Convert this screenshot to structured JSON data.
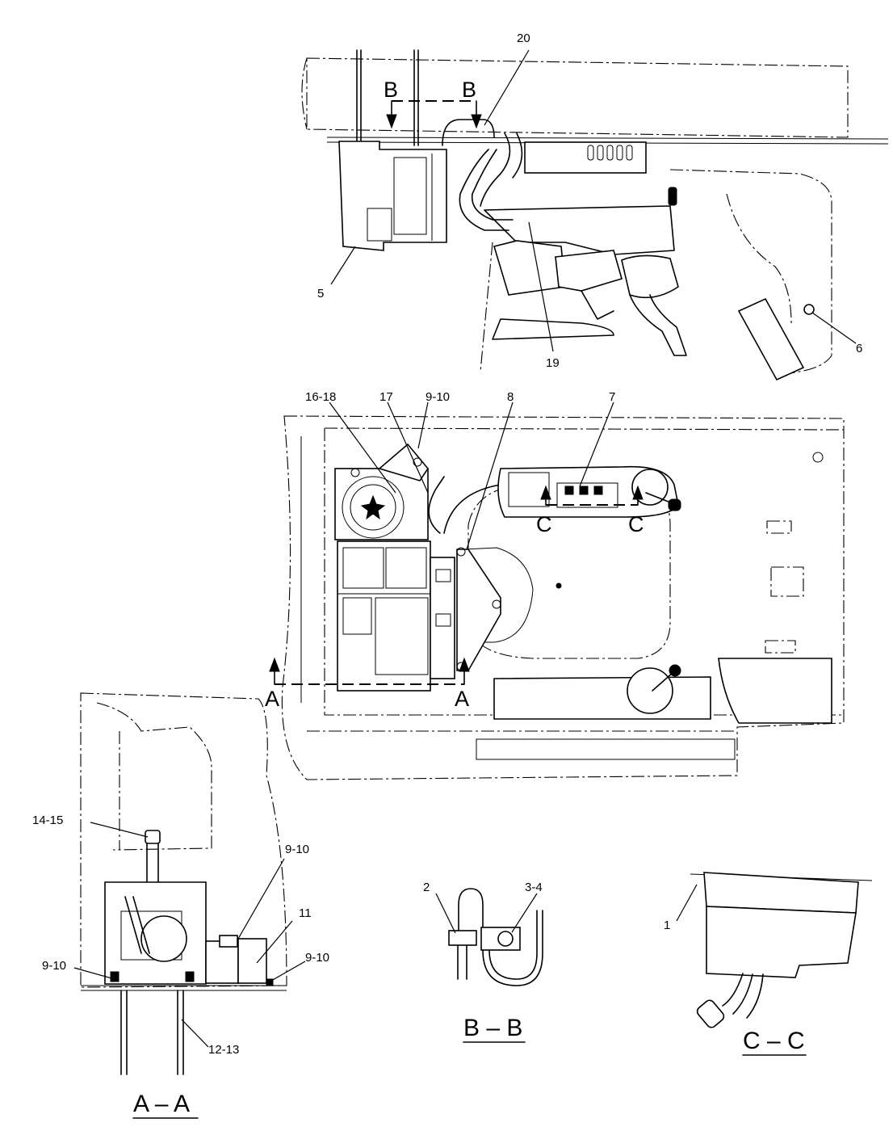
{
  "callouts": {
    "c20": "20",
    "c5": "5",
    "c19": "19",
    "c6": "6",
    "c16_18": "16-18",
    "c17": "17",
    "c9_10_top": "9-10",
    "c8": "8",
    "c7": "7",
    "c14_15": "14-15",
    "c9_10_aa_right": "9-10",
    "c11": "11",
    "c9_10_aa_left": "9-10",
    "c9_10_aa_base": "9-10",
    "c12_13": "12-13",
    "c2": "2",
    "c3_4": "3-4",
    "c1": "1"
  },
  "section_marks": {
    "b_left": "B",
    "b_right": "B",
    "c_left": "C",
    "c_right": "C",
    "a_left": "A",
    "a_right": "A"
  },
  "section_titles": {
    "aa": "A – A",
    "bb": "B – B",
    "cc": "C – C"
  }
}
